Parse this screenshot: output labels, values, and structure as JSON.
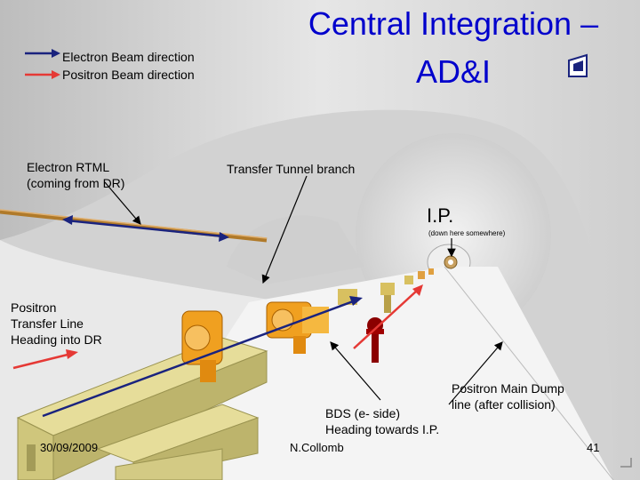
{
  "slide": {
    "title_line1": "Central Integration –",
    "title_line2": "AD&I",
    "date": "30/09/2009",
    "author": "N.Collomb",
    "page_number": "41"
  },
  "legend": {
    "electron": {
      "label": "Electron Beam direction",
      "color": "#1a237e"
    },
    "positron": {
      "label": "Positron Beam direction",
      "color": "#e53935"
    }
  },
  "labels": {
    "electron_rtml_1": "Electron RTML",
    "electron_rtml_2": "(coming from DR)",
    "transfer_tunnel": "Transfer Tunnel branch",
    "ip": "I.P.",
    "ip_note": "(down here somewhere)",
    "positron_transfer_1": "Positron",
    "positron_transfer_2": "Transfer Line",
    "positron_transfer_3": "Heading into DR",
    "bds_1": "BDS (e- side)",
    "bds_2": "Heading towards I.P.",
    "dump_1": "Positron Main Dump",
    "dump_2": "line (after collision)"
  },
  "colors": {
    "title": "#0000cc",
    "tunnel_wall": "#dcdcdc",
    "magnets": "#f0a020",
    "girders": "#d8cf8a"
  }
}
